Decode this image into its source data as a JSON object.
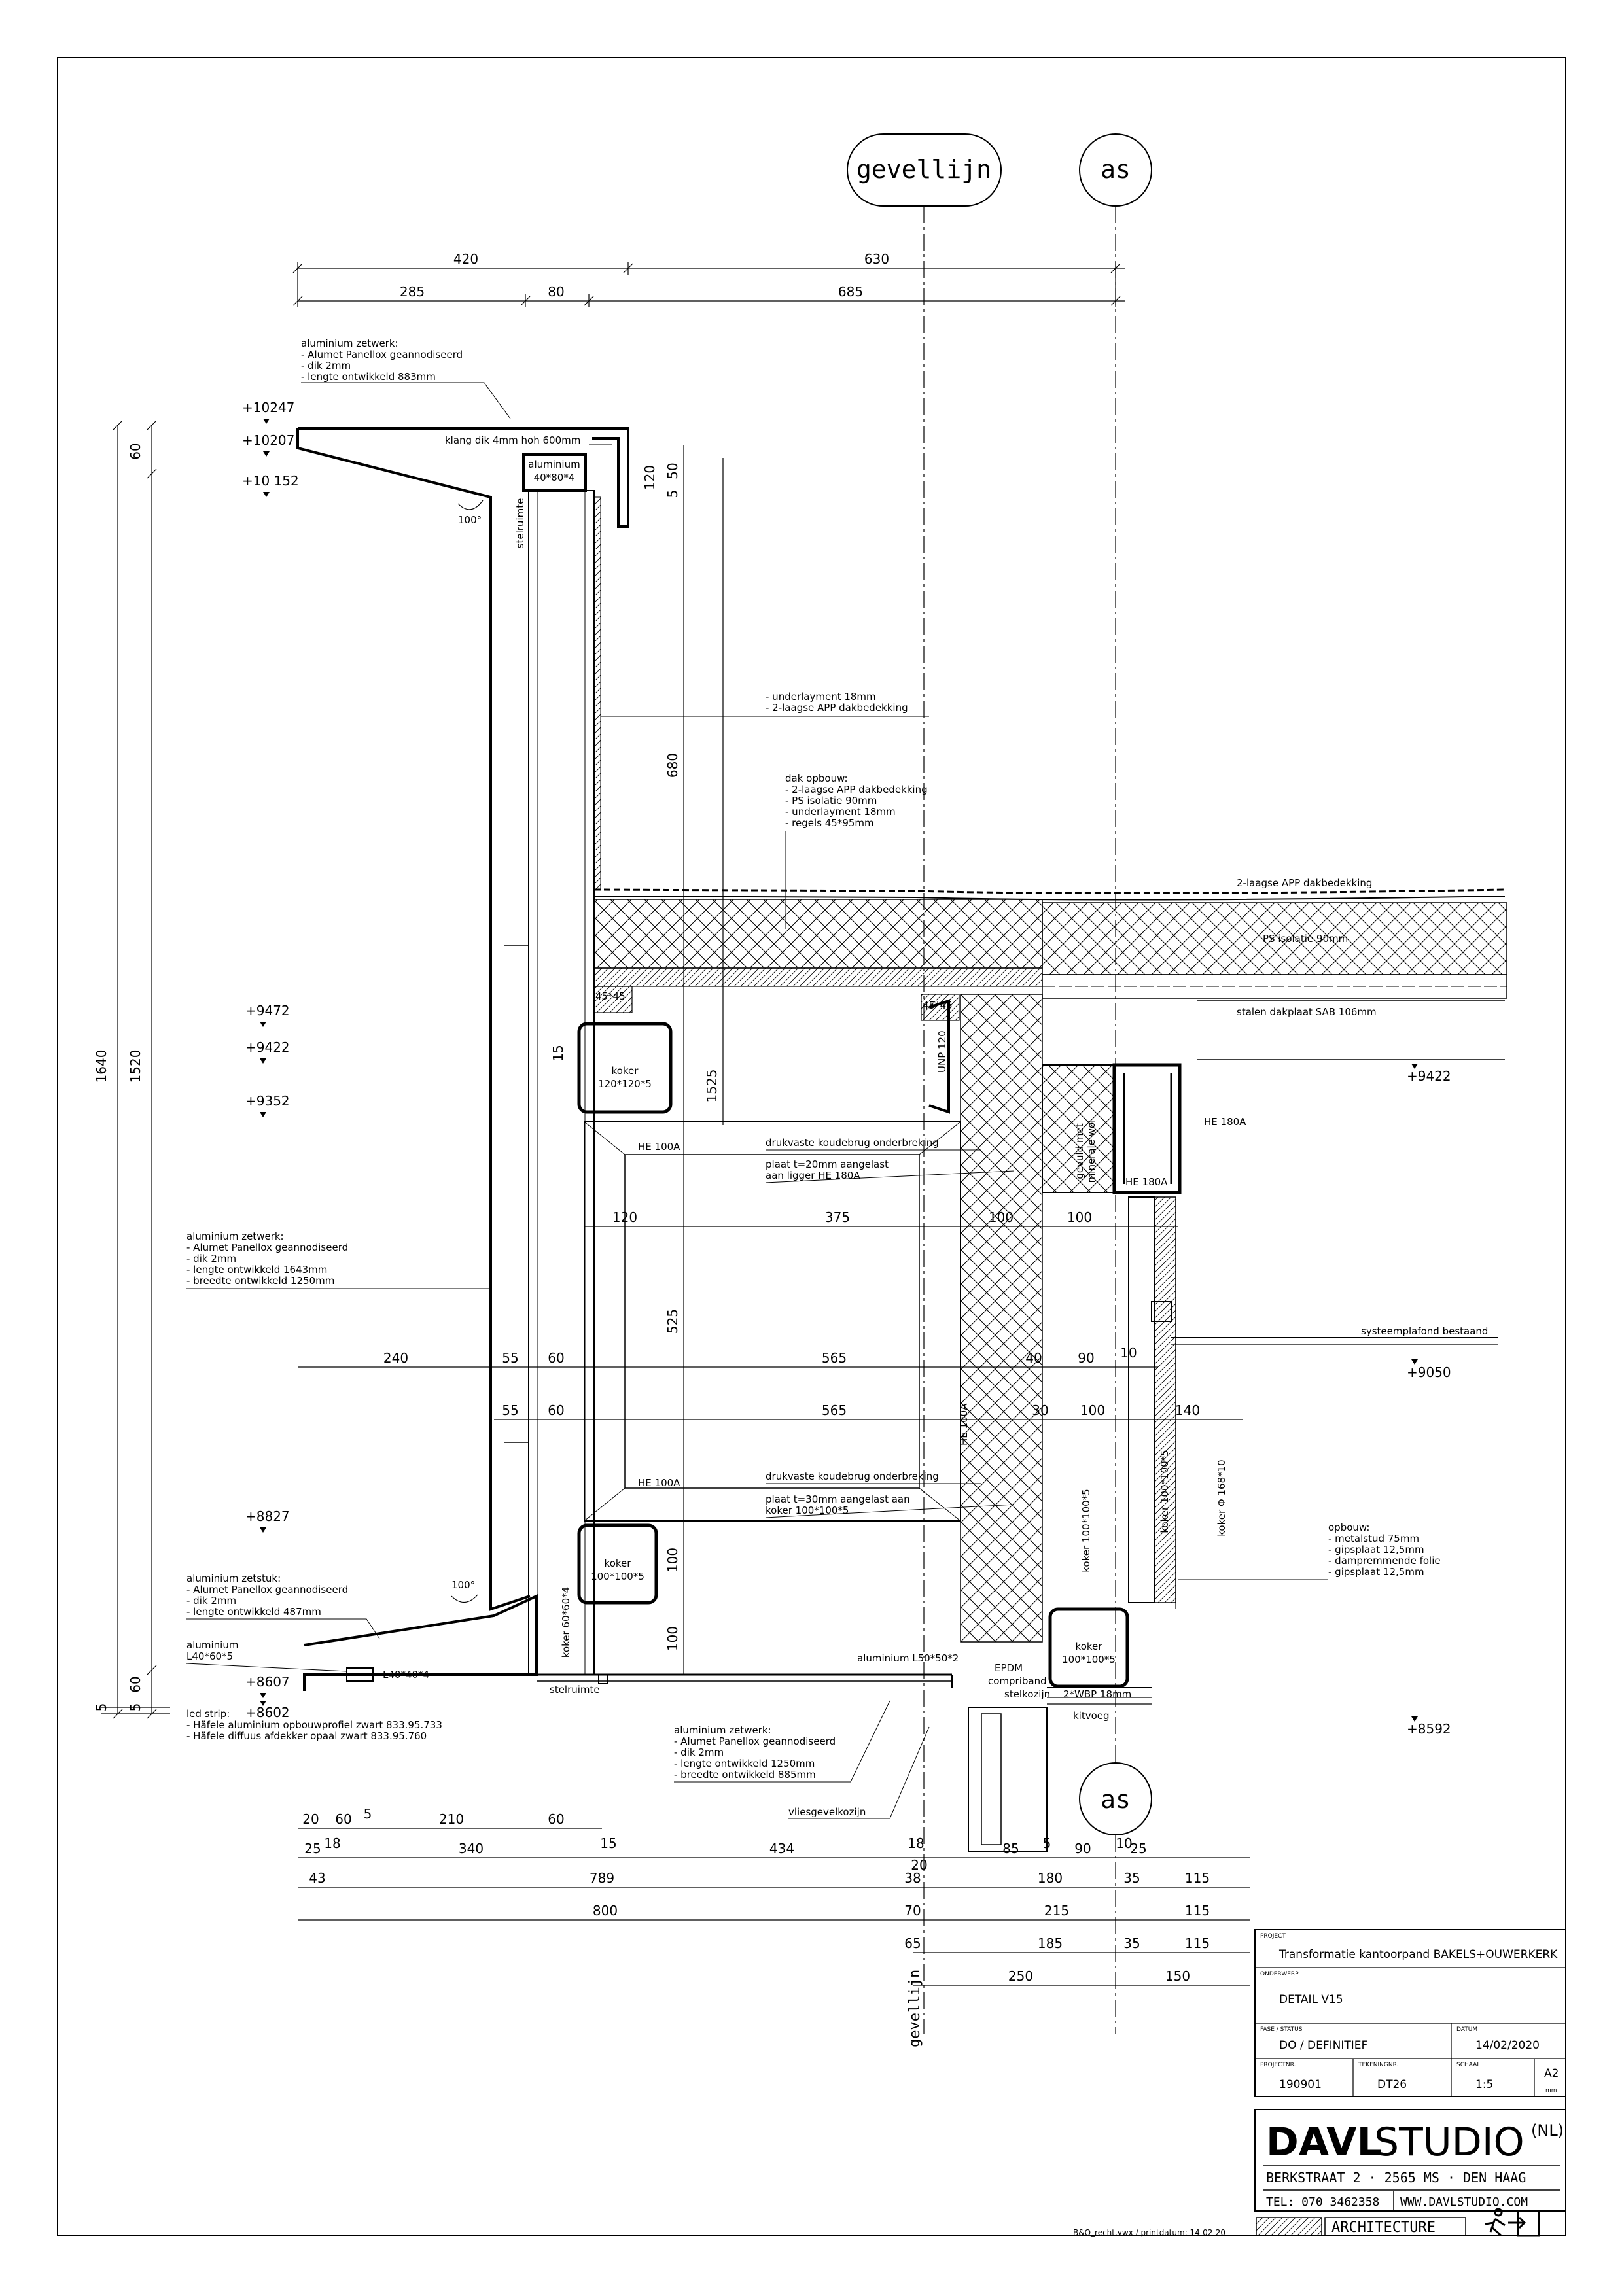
{
  "axis_bubbles": {
    "gevellijn": "gevellijn",
    "as_top": "as",
    "as_bottom": "as",
    "gevellijn_vertical": "gevellijn"
  },
  "dims_top": {
    "d420": "420",
    "d630": "630",
    "d285": "285",
    "d80": "80",
    "d685": "685"
  },
  "dims_vertical": {
    "d1640": "1640",
    "d1520": "1520",
    "d60a": "60",
    "d120": "120",
    "d5a": "5",
    "d50": "50",
    "d680": "680",
    "d1525": "1525",
    "d15": "15",
    "d525": "525",
    "d100a": "100",
    "d100b": "100",
    "d5b": "5",
    "d5c": "5",
    "d60b": "60"
  },
  "dims_mid": {
    "row1": [
      "120",
      "375",
      "100",
      "100"
    ],
    "row2": [
      "240",
      "55",
      "60",
      "565",
      "40",
      "90",
      "10"
    ],
    "row3": [
      "55",
      "60",
      "565",
      "30",
      "100",
      "140"
    ]
  },
  "dims_bottom": {
    "row1": [
      "20",
      "60",
      "5",
      "210",
      "60"
    ],
    "row2": [
      "25",
      "18",
      "340",
      "15",
      "434",
      "18",
      "85",
      "5",
      "90",
      "10",
      "25"
    ],
    "row2b": [
      "20"
    ],
    "row3": [
      "43",
      "789",
      "38",
      "180",
      "35",
      "115"
    ],
    "row4": [
      "800",
      "70",
      "215",
      "115"
    ],
    "row5": [
      "65",
      "185",
      "35",
      "115"
    ],
    "row6": [
      "250",
      "150"
    ]
  },
  "levels": {
    "l10247": "+10247",
    "l10207": "+10207",
    "l10152": "+10 152",
    "l9472": "+9472",
    "l9422a": "+9422",
    "l9352": "+9352",
    "l9422b": "+9422",
    "l9050": "+9050",
    "l8827": "+8827",
    "l8607": "+8607",
    "l8602": "+8602",
    "l8592": "+8592"
  },
  "notes": {
    "zetwerk_top": [
      "aluminium  zetwerk:",
      "- Alumet  Panellox  geannodiseerd",
      "- dik  2mm",
      "- lengte  ontwikkeld  883mm"
    ],
    "klang": "klang  dik  4mm  hoh  600mm",
    "underlayment": [
      "- underlayment  18mm",
      "- 2-laagse  APP  dakbedekking"
    ],
    "dak_opbouw": [
      "dak  opbouw:",
      "- 2-laagse  APP  dakbedekking",
      "- PS  isolatie  90mm",
      "- underlayment  18mm",
      "- regels  45*95mm"
    ],
    "app_right": "2-laagse  APP  dakbedekking",
    "ps_right": "PS  isolatie  90mm",
    "dakplaat": "stalen  dakplaat  SAB 106mm",
    "zetwerk_mid": [
      "aluminium  zetwerk:",
      "- Alumet  Panellox  geannodiseerd",
      "- dik  2mm",
      "- lengte  ontwikkeld  1643mm",
      "- breedte  ontwikkeld  1250mm"
    ],
    "koudebrug_1": "drukvaste  koudebrug  onderbreking",
    "plaat_1": [
      "plaat  t=20mm  aangelast",
      "aan  ligger  HE 180A"
    ],
    "koudebrug_2": "drukvaste  koudebrug  onderbreking",
    "plaat_2": [
      "plaat  t=30mm  aangelast  aan",
      "koker  100*100*5"
    ],
    "systeemplafond": "systeemplafond  bestaand",
    "opbouw": [
      "opbouw:",
      "- metalstud  75mm",
      "- gipsplaat  12,5mm",
      "- dampremmende  folie",
      "- gipsplaat  12,5mm"
    ],
    "zetstuk": [
      "aluminium  zetstuk:",
      "- Alumet  Panellox  geannodiseerd",
      "- dik  2mm",
      "- lengte  ontwikkeld  487mm"
    ],
    "alu_l40": [
      "aluminium",
      "L40*60*5"
    ],
    "led": [
      "led  strip:",
      "- Häfele  aluminium  opbouwprofiel  zwart  833.95.733",
      "- Häfele  diffuus  afdekker  opaal  zwart  833.95.760"
    ],
    "zetwerk_bottom": [
      "aluminium  zetwerk:",
      "- Alumet  Panellox  geannodiseerd",
      "- dik  2mm",
      "- lengte  ontwikkeld  1250mm",
      "- breedte  ontwikkeld  885mm"
    ],
    "alu_l50": "aluminium  L50*50*2",
    "vliesgevel": "vliesgevelkozijn",
    "epdm": "EPDM",
    "compriband": "compriband",
    "stelkozijn": "stelkozijn",
    "wbp": "2*WBP 18mm",
    "kitvoeg": "kitvoeg"
  },
  "profiles": {
    "alu_top": [
      "aluminium",
      "40*80*4"
    ],
    "koker_top": [
      "koker",
      "120*120*5"
    ],
    "koker_bottom": [
      "koker",
      "100*100*5"
    ],
    "koker_right": [
      "koker",
      "100*100*5"
    ],
    "he100a_top": "HE 100A",
    "he100a_bottom": "HE 100A",
    "he100a_vert": "HE 100A",
    "unp120": "UNP 120",
    "he180a_a": "HE 180A",
    "he180a_b": "HE 180A",
    "koker_60": "koker  60*60*4",
    "koker_vert_100": "koker  100*100*5",
    "koker_vert_100b": "koker  100*100*5",
    "koker_168": "koker  Φ 168*10",
    "l40": "L40*40*4",
    "stelruimte_top": "stelruimte",
    "stelruimte_bottom": "stelruimte",
    "hout_45a": "45*45",
    "hout_45b": "45*45",
    "gevuld": [
      "gevuld met",
      "minerale wol"
    ],
    "angle_100a": "100°",
    "angle_100b": "100°"
  },
  "title_block": {
    "project_label": "PROJECT",
    "project": "Transformatie kantoorpand BAKELS+OUWERKERK",
    "onderwerp_label": "ONDERWERP",
    "onderwerp": "DETAIL V15",
    "fase_label": "FASE / STATUS",
    "fase": "DO / DEFINITIEF",
    "datum_label": "DATUM",
    "datum": "14/02/2020",
    "projectnr_label": "PROJECTNR.",
    "projectnr": "190901",
    "tekening_label": "TEKENINGNR.",
    "tekening": "DT26",
    "schaal_label": "SCHAAL",
    "schaal": "1:5",
    "format": "A2",
    "unit": "mm"
  },
  "studio": {
    "name_bold": "DAVL",
    "name": "STUDIO",
    "country": "(NL)",
    "address": "BERKSTRAAT 2 · 2565 MS · DEN HAAG",
    "tel": "TEL: 070 3462358",
    "web": "WWW.DAVLSTUDIO.COM",
    "discipline": "ARCHITECTURE"
  },
  "footer": "B&O_recht.vwx  /  printdatum:  14-02-20"
}
